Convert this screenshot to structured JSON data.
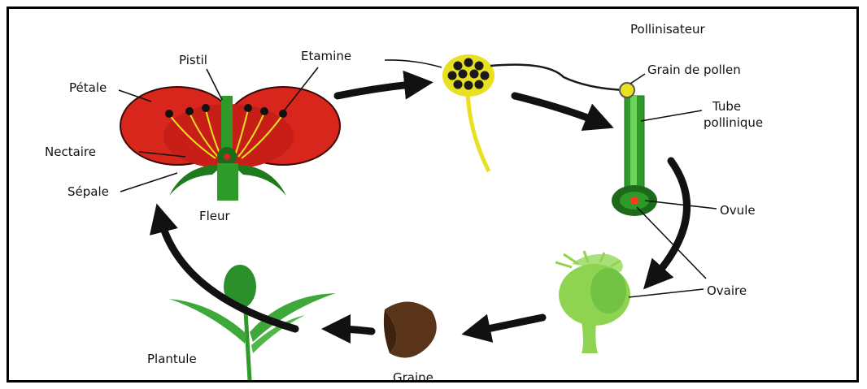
{
  "labels": {
    "pollinisateur": "Pollinisateur",
    "pistil": "Pistil",
    "etamine": "Etamine",
    "petale": "Pétale",
    "nectaire": "Nectaire",
    "sepale": "Sépale",
    "fleur": "Fleur",
    "grain_de_pollen": "Grain de pollen",
    "tube_line1": "Tube",
    "tube_line2": "pollinique",
    "ovule": "Ovule",
    "ovaire": "Ovaire",
    "plantule": "Plantule",
    "graine": "Graine"
  },
  "colors": {
    "petal": "#d8261c",
    "stamen": "#e8e020",
    "stem": "#2e9a2a",
    "fruit": "#8fd450",
    "seed": "#5a3418",
    "arrow": "#111111"
  }
}
